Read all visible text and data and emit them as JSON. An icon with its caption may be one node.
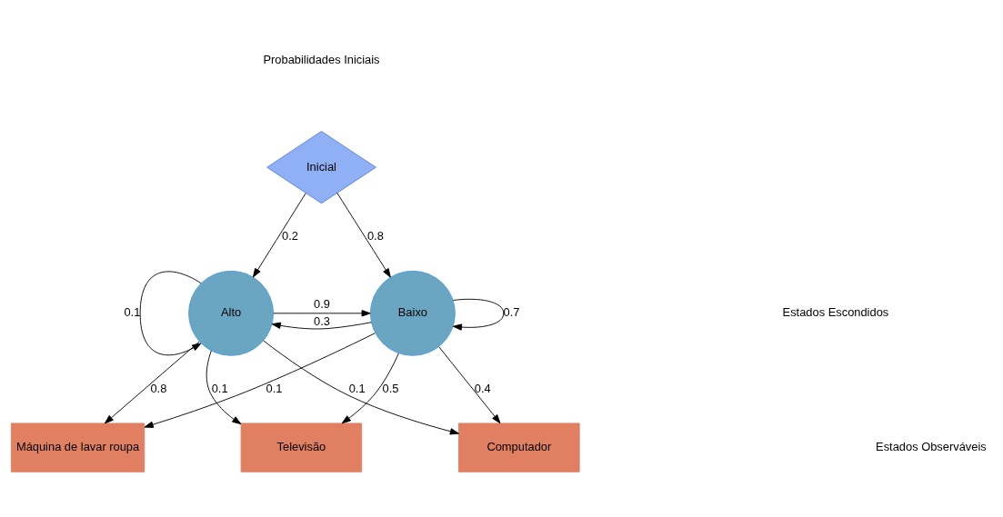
{
  "diagram": {
    "nodes": [
      {
        "text": [
          "Inicial"
        ]
      },
      {
        "text": [
          "Alto"
        ]
      },
      {
        "text": [
          "Baixo"
        ]
      },
      {
        "text": [
          "Máquina de lavar roupa"
        ]
      },
      {
        "text": [
          "Televisão"
        ]
      },
      {
        "text": [
          "Computador"
        ]
      }
    ],
    "edges": [
      {
        "from": 0,
        "to": 1,
        "arrow": "to",
        "label": "0.2"
      },
      {
        "from": 0,
        "to": 2,
        "arrow": "to",
        "label": "0.8"
      },
      {
        "from": 1,
        "to": 1,
        "arrow": "to",
        "label": "0.1"
      },
      {
        "from": 1,
        "to": 2,
        "arrow": "to",
        "label": "0.9"
      },
      {
        "from": 2,
        "to": 1,
        "arrow": "to",
        "label": "0.3"
      },
      {
        "from": 2,
        "to": 2,
        "arrow": "to",
        "label": "0.7"
      },
      {
        "from": 1,
        "to": 3,
        "arrow": "to",
        "label": "0.8"
      },
      {
        "from": 2,
        "to": 3,
        "arrow": "to",
        "label": "0.1"
      },
      {
        "from": 1,
        "to": 4,
        "arrow": "to",
        "label": "0.1"
      },
      {
        "from": 2,
        "to": 4,
        "arrow": "to",
        "label": "0.5"
      },
      {
        "from": 2,
        "to": 5,
        "arrow": "to",
        "label": "0.4"
      },
      {
        "from": 1,
        "to": 5,
        "arrow": "to",
        "label": "0.1"
      }
    ],
    "labels": [
      "Probabilidades Iniciais",
      "Estados Escondidos",
      "Estados Observáveis"
    ]
  }
}
